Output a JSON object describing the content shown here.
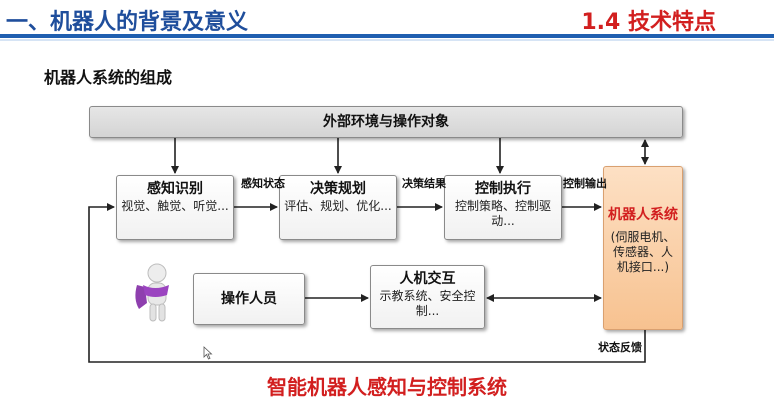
{
  "header": {
    "title": "一、机器人的背景及意义",
    "section": "1.4 技术特点"
  },
  "subtitle": "机器人系统的组成",
  "diagram": {
    "environment": "外部环境与操作对象",
    "blocks": [
      {
        "title": "感知识别",
        "desc": "视觉、触觉、听觉..."
      },
      {
        "title": "决策规划",
        "desc": "评估、规划、优化..."
      },
      {
        "title": "控制执行",
        "desc": "控制策略、控制驱动..."
      }
    ],
    "robot_system": {
      "title": "机器人系统",
      "desc": "(伺服电机、传感器、人机接口...)"
    },
    "operator": "操作人员",
    "hmi": {
      "title": "人机交互",
      "desc": "示教系统、安全控制..."
    },
    "arrow_labels": {
      "perception_state": "感知状态",
      "decision_result": "决策结果",
      "control_output": "控制输出",
      "state_feedback": "状态反馈"
    }
  },
  "bottom_title": "智能机器人感知与控制系统",
  "colors": {
    "header_blue": "#1f4e9c",
    "accent_red": "#d21f1f",
    "robot_box_fill": "#f7c290"
  }
}
